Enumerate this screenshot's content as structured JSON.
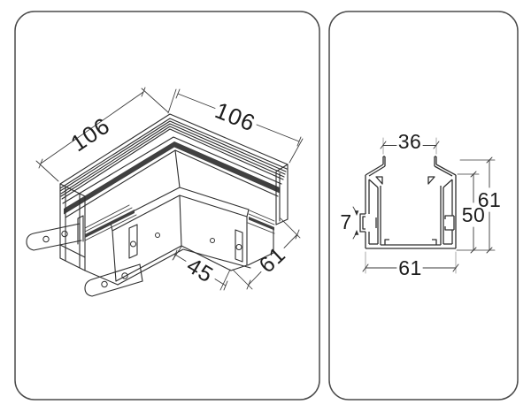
{
  "drawing": {
    "type": "technical-drawing",
    "views": {
      "isometric_corner_view": {
        "description": "90-degree corner connector of recessed mounting profile, isometric projection",
        "dimensions": {
          "left_arm_length": "106",
          "right_arm_length": "106",
          "inner_bottom_width": "45",
          "end_face_width": "61"
        }
      },
      "cross_section_view": {
        "description": "profile cross-section",
        "dimensions": {
          "top_opening": "36",
          "overall_height": "61",
          "inner_height": "50",
          "side_notch": "7",
          "overall_width": "61"
        }
      }
    },
    "colors": {
      "background": "#ffffff",
      "panel_border": "#4a4a4a",
      "profile_line": "#2e2e2e",
      "dimension_line": "#3a3a3a",
      "extension_line_gray": "#a8a8a8",
      "slot_band": "#404040"
    }
  }
}
